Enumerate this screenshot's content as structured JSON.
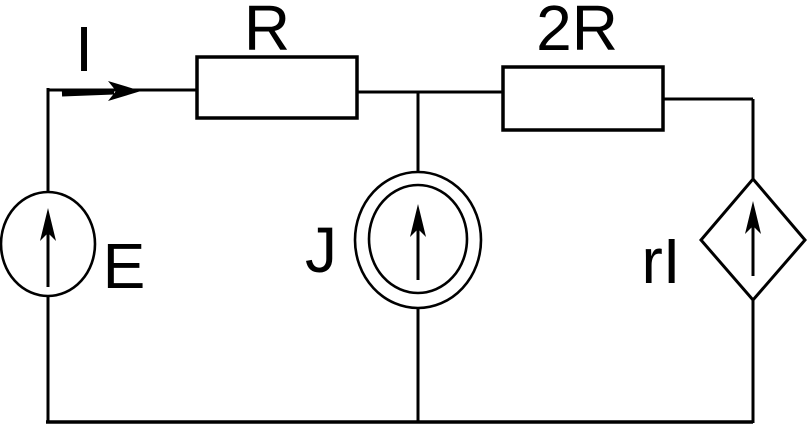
{
  "diagram": {
    "type": "circuit-schematic",
    "colors": {
      "line": "#000000",
      "background": "#ffffff",
      "text": "#000000"
    },
    "labels": {
      "current_arrow": "I",
      "resistor_r": "R",
      "resistor_2r": "2R",
      "source_e": "E",
      "source_j": "J",
      "source_ri": "rI"
    },
    "components": [
      {
        "name": "branch-current-I",
        "symbol": "right-arrow-on-wire",
        "label": "I"
      },
      {
        "name": "resistor-R",
        "symbol": "rectangle",
        "label": "R"
      },
      {
        "name": "resistor-2R",
        "symbol": "rectangle",
        "label": "2R"
      },
      {
        "name": "voltage-source-E",
        "symbol": "circle-with-up-arrow",
        "label": "E"
      },
      {
        "name": "current-source-J",
        "symbol": "double-circle-with-up-arrow",
        "label": "J"
      },
      {
        "name": "dependent-source-rI",
        "symbol": "diamond-with-up-arrow",
        "label": "rI"
      }
    ]
  }
}
